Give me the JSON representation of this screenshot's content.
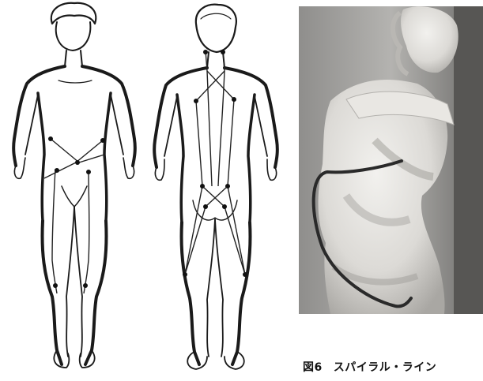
{
  "figure": {
    "caption": {
      "number": "図6",
      "title": "スパイラル・ライン"
    },
    "panels": [
      {
        "name": "front-view-drawing"
      },
      {
        "name": "back-view-drawing"
      },
      {
        "name": "sculpture-photo"
      }
    ],
    "colors": {
      "ink": "#1a1a1a",
      "line": "#222222",
      "photo_light": "#e6e4e0",
      "photo_shadow": "#9a9996",
      "curve": "#2a2a2a"
    }
  }
}
